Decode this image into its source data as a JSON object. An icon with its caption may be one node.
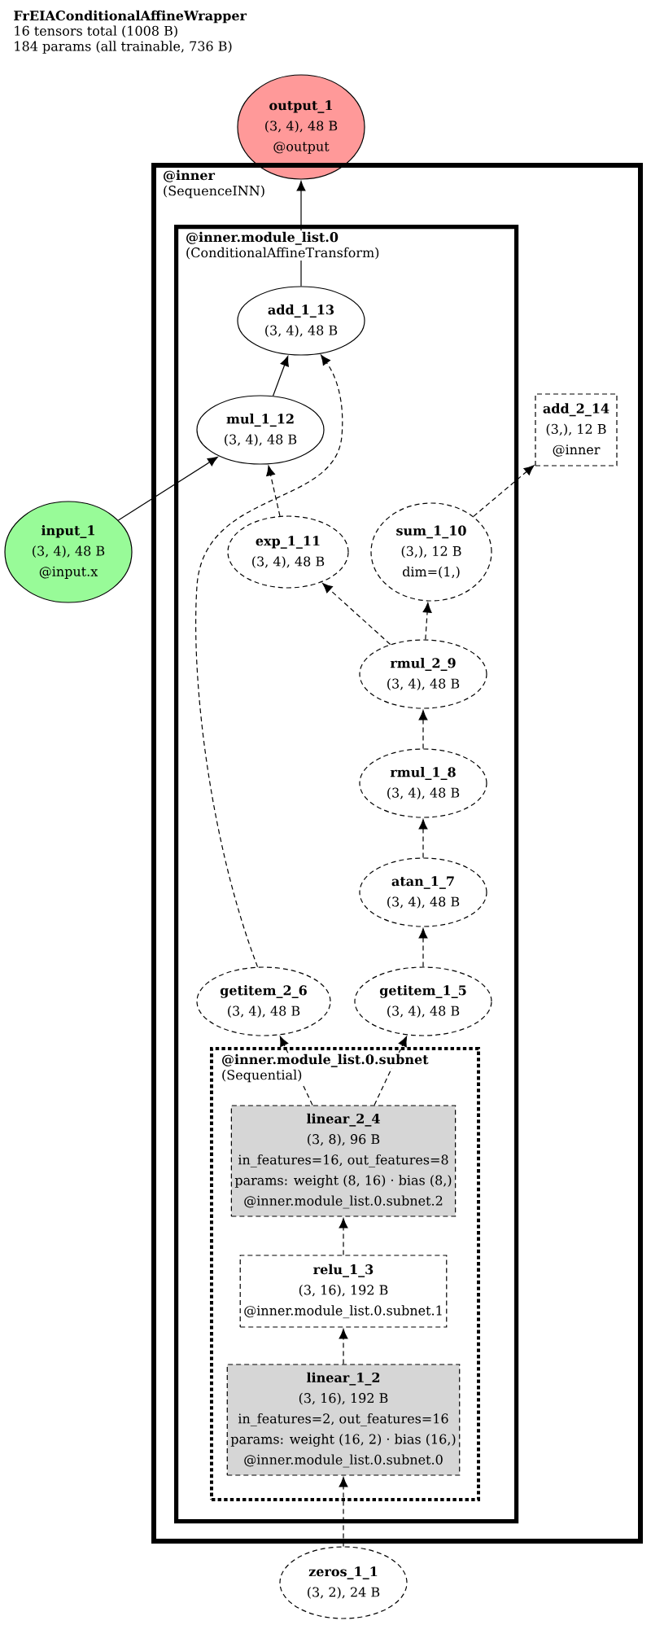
{
  "diagram": {
    "title": "FrEIAConditionalAffineWrapper",
    "labels": [
      "16 tensors total (1008 B)",
      "184 params (all trainable, 736 B)"
    ],
    "nodes": [
      {
        "text": [
          "output_1",
          "(3, 4), 48 B",
          "@output"
        ]
      },
      {
        "text": [
          "@inner",
          "(SequenceINN)"
        ]
      },
      {
        "text": [
          "@inner.module_list.0",
          "(ConditionalAffineTransform)"
        ],
        "in": 1
      },
      {
        "text": [
          "add_1_13",
          "(3, 4), 48 B"
        ],
        "in": 2
      },
      {
        "text": [
          "mul_1_12",
          "(3, 4), 48 B"
        ],
        "in": 2
      },
      {
        "text": [
          "add_2_14",
          "(3,), 12 B",
          "@inner"
        ],
        "in": 1
      },
      {
        "text": [
          "input_1",
          "(3, 4), 48 B",
          "@input.x"
        ]
      },
      {
        "text": [
          "exp_1_11",
          "(3, 4), 48 B"
        ],
        "in": 2
      },
      {
        "text": [
          "sum_1_10",
          "(3,), 12 B",
          "dim=(1,)"
        ],
        "in": 2
      },
      {
        "text": [
          "rmul_2_9",
          "(3, 4), 48 B"
        ],
        "in": 2
      },
      {
        "text": [
          "rmul_1_8",
          "(3, 4), 48 B"
        ],
        "in": 2
      },
      {
        "text": [
          "atan_1_7",
          "(3, 4), 48 B"
        ],
        "in": 2
      },
      {
        "text": [
          "getitem_2_6",
          "(3, 4), 48 B"
        ],
        "in": 2
      },
      {
        "text": [
          "getitem_1_5",
          "(3, 4), 48 B"
        ],
        "in": 2
      },
      {
        "text": [
          "@inner.module_list.0.subnet",
          "(Sequential)"
        ],
        "in": 2
      },
      {
        "text": [
          "linear_2_4",
          "(3, 8), 96 B",
          "in_features=16, out_features=8",
          "params: weight (8, 16) · bias (8,)",
          "@inner.module_list.0.subnet.2"
        ],
        "in": 14
      },
      {
        "text": [
          "relu_1_3",
          "(3, 16), 192 B",
          "@inner.module_list.0.subnet.1"
        ],
        "in": 14
      },
      {
        "text": [
          "linear_1_2",
          "(3, 16), 192 B",
          "in_features=2, out_features=16",
          "params: weight (16, 2) · bias (16,)",
          "@inner.module_list.0.subnet.0"
        ],
        "in": 14
      },
      {
        "text": [
          "zeros_1_1",
          "(3, 2), 24 B"
        ]
      }
    ],
    "edges": [
      {
        "from": 18,
        "to": 17,
        "arrow": "to",
        "style": "dashed"
      },
      {
        "from": 17,
        "to": 16,
        "arrow": "to",
        "style": "dashed"
      },
      {
        "from": 16,
        "to": 15,
        "arrow": "to",
        "style": "dashed"
      },
      {
        "from": 15,
        "to": 12,
        "arrow": "to",
        "style": "dashed"
      },
      {
        "from": 15,
        "to": 13,
        "arrow": "to",
        "style": "dashed"
      },
      {
        "from": 13,
        "to": 11,
        "arrow": "to",
        "style": "dashed"
      },
      {
        "from": 11,
        "to": 10,
        "arrow": "to",
        "style": "dashed"
      },
      {
        "from": 10,
        "to": 9,
        "arrow": "to",
        "style": "dashed"
      },
      {
        "from": 9,
        "to": 8,
        "arrow": "to",
        "style": "dashed"
      },
      {
        "from": 9,
        "to": 7,
        "arrow": "to",
        "style": "dashed"
      },
      {
        "from": 8,
        "to": 5,
        "arrow": "to",
        "style": "dashed"
      },
      {
        "from": 7,
        "to": 4,
        "arrow": "to",
        "style": "dashed"
      },
      {
        "from": 12,
        "to": 3,
        "arrow": "to",
        "style": "dashed"
      },
      {
        "from": 6,
        "to": 4,
        "arrow": "to"
      },
      {
        "from": 4,
        "to": 3,
        "arrow": "to"
      },
      {
        "from": 3,
        "to": 0,
        "arrow": "to"
      }
    ]
  }
}
